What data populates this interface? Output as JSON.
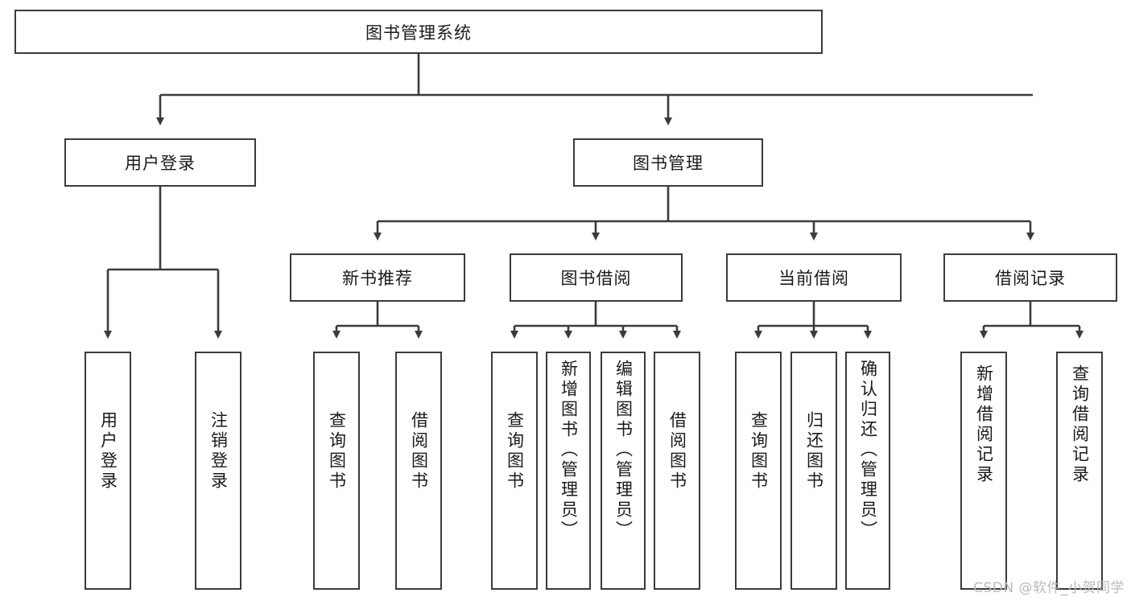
{
  "diagram": {
    "type": "tree-hierarchy-chart",
    "title": "图书管理系统",
    "orientation": "top-down",
    "line_color": "#3b3b3b",
    "box_fill": "#ffffff",
    "text_color": "#1a1a1a",
    "levels": 4
  },
  "root": {
    "label": "图书管理系统"
  },
  "level2": [
    {
      "label": "用户登录"
    },
    {
      "label": "图书管理"
    }
  ],
  "level3": [
    {
      "label": "新书推荐"
    },
    {
      "label": "图书借阅"
    },
    {
      "label": "当前借阅"
    },
    {
      "label": "借阅记录"
    }
  ],
  "leaves": {
    "user_login": [
      {
        "label": "用户登录"
      },
      {
        "label": "注销登录"
      }
    ],
    "new_book": [
      {
        "label": "查询图书"
      },
      {
        "label": "借阅图书"
      }
    ],
    "book_borrow": [
      {
        "label": "查询图书"
      },
      {
        "label": "新增图书（管理员）"
      },
      {
        "label": "编辑图书（管理员）"
      },
      {
        "label": "借阅图书"
      }
    ],
    "current_borrow": [
      {
        "label": "查询图书"
      },
      {
        "label": "归还图书"
      },
      {
        "label": "确认归还（管理员）"
      }
    ],
    "borrow_record": [
      {
        "label": "新增借阅记录"
      },
      {
        "label": "查询借阅记录"
      }
    ]
  },
  "watermark": {
    "text": "CSDN @软件_小贺同学"
  }
}
